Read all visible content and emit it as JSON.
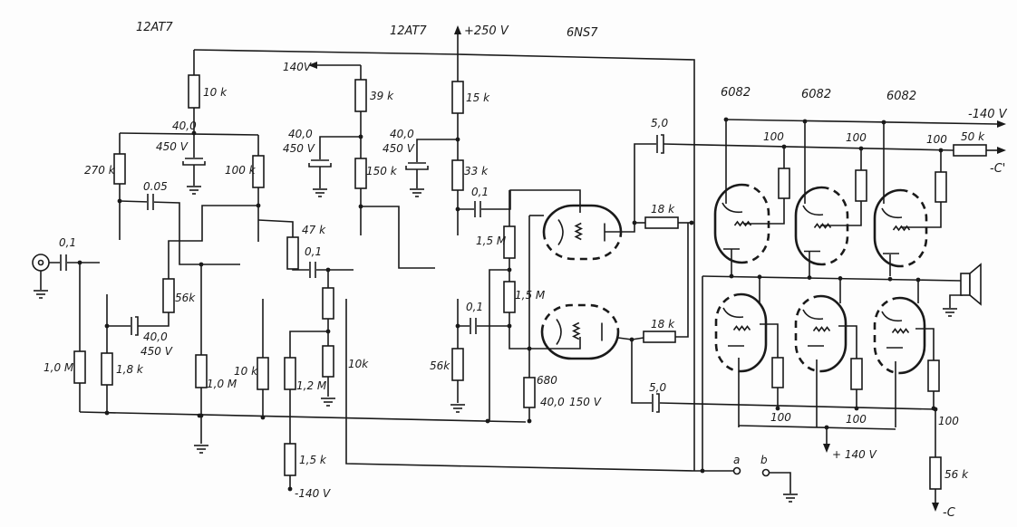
{
  "tubes": {
    "v1": "12AT7",
    "v2": "12AT7",
    "v3": "6NS7",
    "out1": "6082",
    "out2": "6082",
    "out3": "6082"
  },
  "supplies": {
    "b_plus": "+250 V",
    "mid": "140V",
    "neg_in": "-140 V",
    "neg_out": "-140 V",
    "pos_out": "+ 140 V",
    "bias_c_prime": "-C'",
    "bias_c": "-C"
  },
  "components": {
    "r_10k_top": "10 k",
    "c_40_a": "40,0",
    "c_450_a": "450 V",
    "r_270k": "270 k",
    "r_100k": "100 k",
    "c_005": "0.05",
    "r_39k": "39 k",
    "c_40_b": "40,0",
    "c_450_b": "450 V",
    "r_150k": "150 k",
    "r_15k": "15 k",
    "c_40_c": "40,0",
    "c_450_c": "450 V",
    "r_33k": "33 k",
    "c_01_b": "0,1",
    "c_01_in": "0,1",
    "r_56k_a": "56k",
    "c_40_d": "40,0",
    "c_450_d": "450 V",
    "r_47k": "47 k",
    "c_01_a": "0,1",
    "r_15M_a": "1,5 M",
    "r_15M_b": "1,5 M",
    "c_01_c": "0,1",
    "r_10M_a": "1,0 M",
    "r_18k": "1,8 k",
    "r_10M_b": "1,0 M",
    "r_10k_b": "10 k",
    "r_12M": "1,2 M",
    "r_15k_b": "1,5 k",
    "r_10k_c": "10k",
    "r_56k_b": "56k",
    "r_680": "680",
    "c_40_e": "40,0",
    "c_150": "150 V",
    "c_50_a": "5,0",
    "r_18k_a": "18 k",
    "r_18k_b": "18 k",
    "c_50_b": "5,0",
    "r_100_u1": "100",
    "r_100_u2": "100",
    "r_100_u3": "100",
    "r_50k": "50 k",
    "r_100_l1": "100",
    "r_100_l2": "100",
    "r_100_l3": "100",
    "r_56k_c": "56 k"
  },
  "terminals": {
    "a": "a",
    "b": "b"
  }
}
